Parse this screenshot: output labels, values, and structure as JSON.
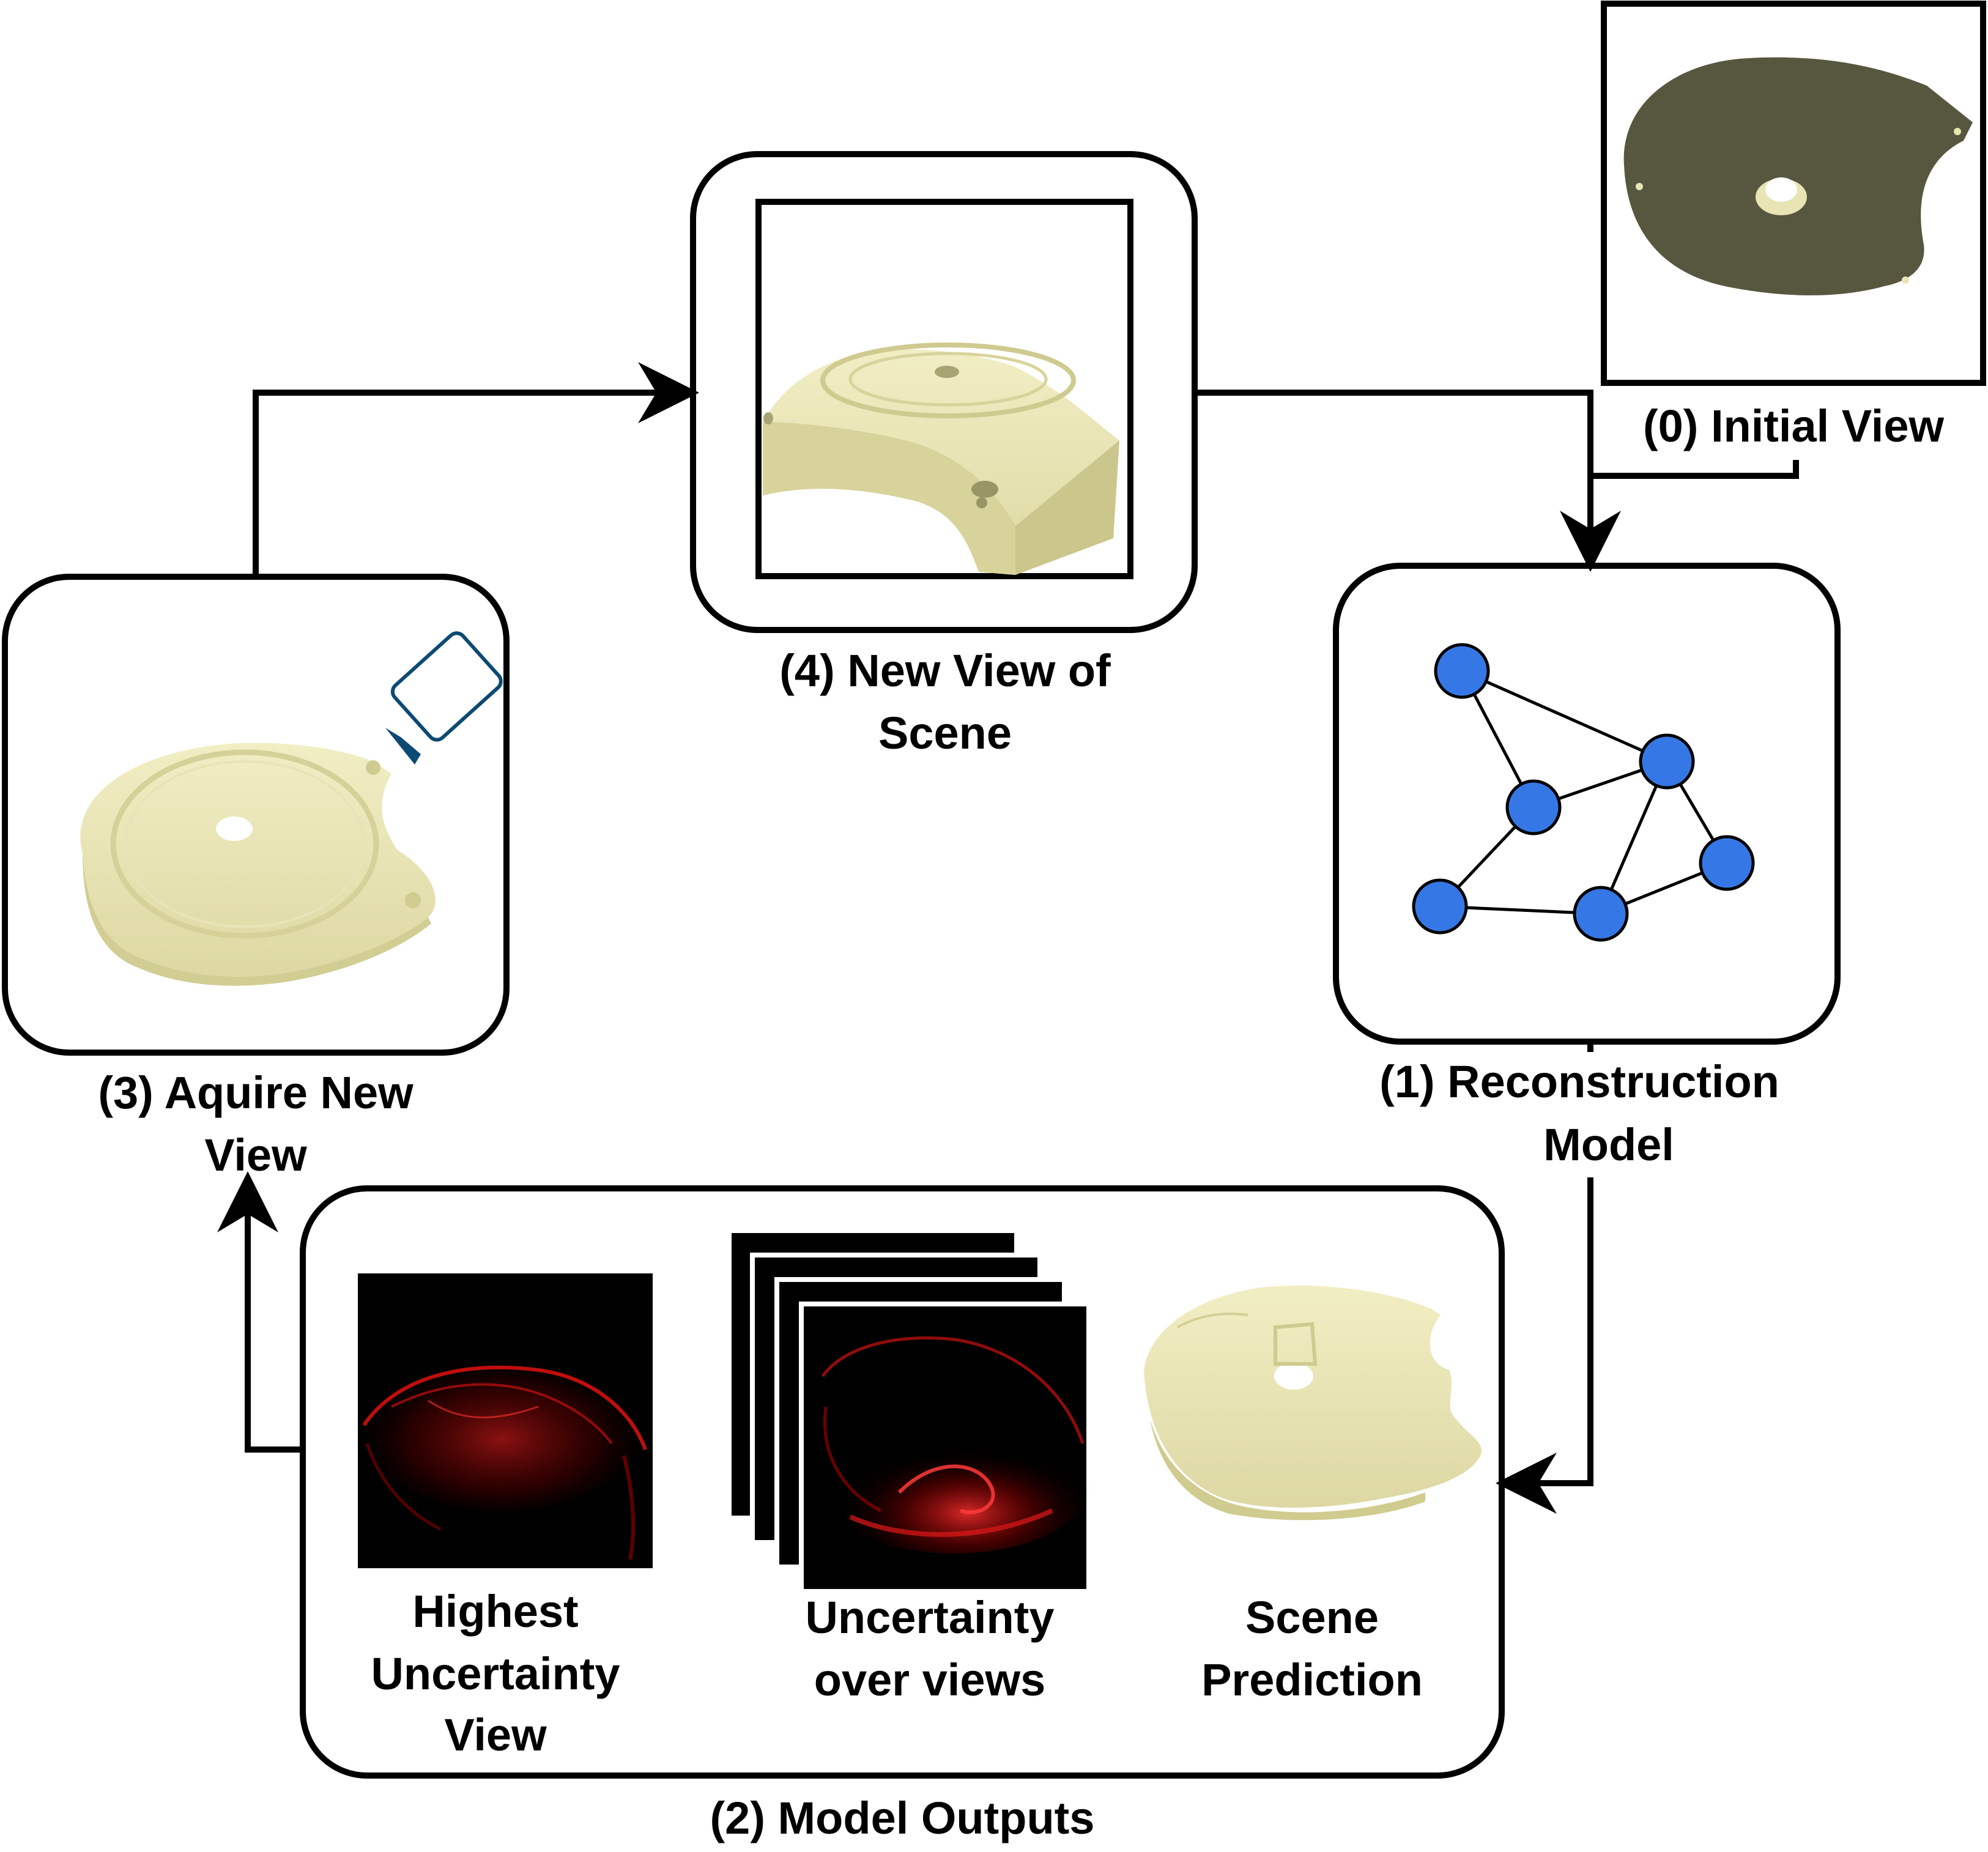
{
  "steps": {
    "initial_view": "(0) Initial View",
    "reconstruction_model": [
      "(1) Reconstruction",
      "Model"
    ],
    "model_outputs": "(2) Model Outputs",
    "acquire_new_view": [
      "(3) Aquire New",
      "View"
    ],
    "new_view_of_scene": [
      "(4) New View of",
      "Scene"
    ]
  },
  "outputs": {
    "highest_uncertainty_view": [
      "Highest",
      "Uncertainty",
      "View"
    ],
    "uncertainty_over_views": [
      "Uncertainty",
      "over views"
    ],
    "scene_prediction": [
      "Scene",
      "Prediction"
    ]
  },
  "colors": {
    "part": "#ece8b6",
    "part_dark": "#57573f",
    "graph_node": "#3578e5",
    "uncertainty_red": "#e01010",
    "camera_accent": "#0d4a73"
  }
}
